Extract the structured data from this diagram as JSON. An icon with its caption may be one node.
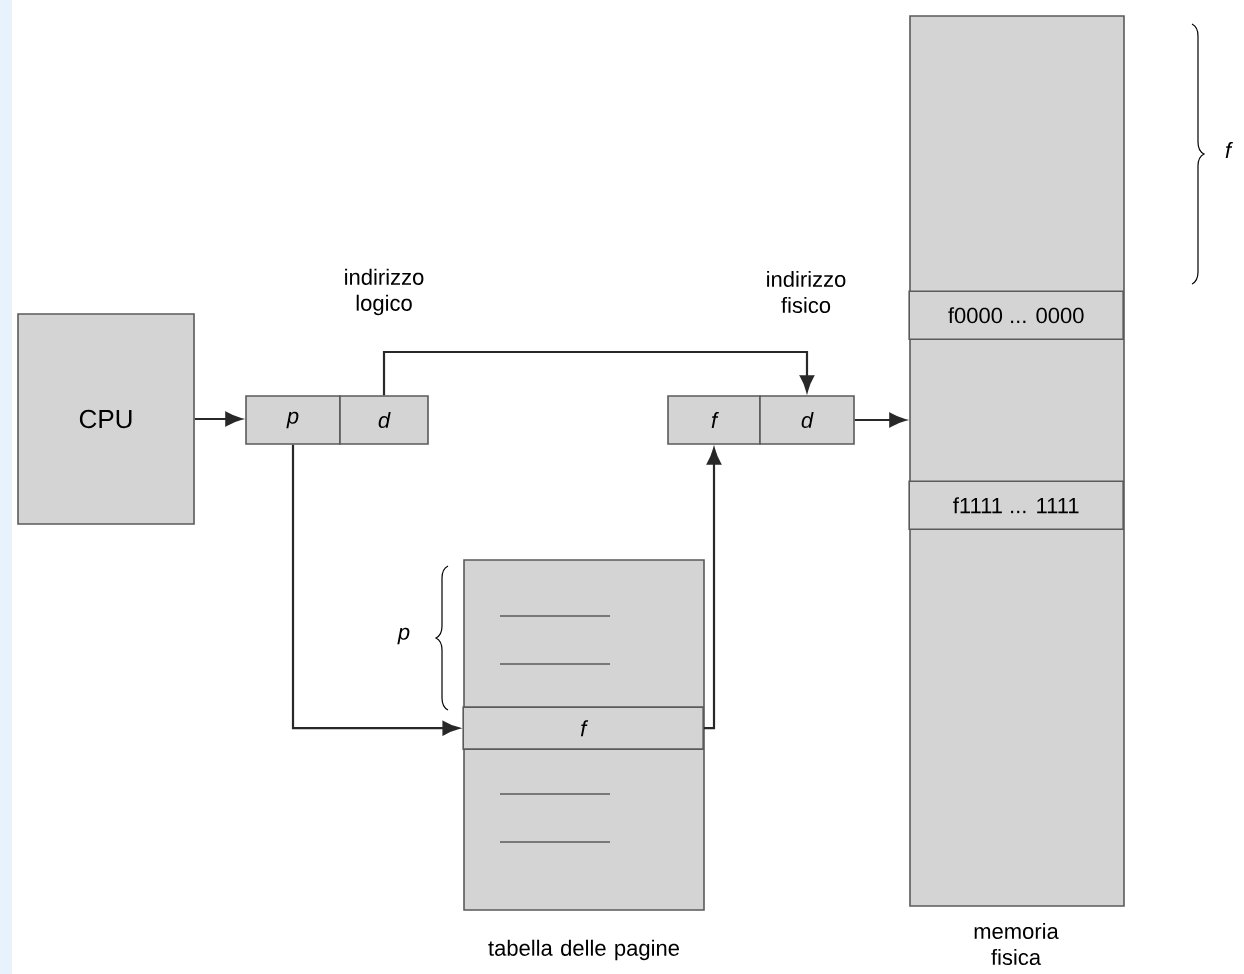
{
  "diagram": {
    "nodes": [
      {
        "text": [
          "CPU"
        ]
      },
      {
        "text": [
          "p"
        ]
      },
      {
        "text": [
          "d"
        ]
      },
      {
        "text": [
          "f"
        ]
      },
      {
        "text": [
          "d"
        ]
      },
      {
        "text": [],
        "shape": "box",
        "beside": [
          "memoria fisica"
        ]
      },
      {
        "text": [
          "f0000 ... 0000"
        ],
        "in": 5
      },
      {
        "text": [
          "f1111 ... 1111"
        ],
        "in": 5
      },
      {
        "text": [],
        "shape": "box",
        "beside": [
          "tabella delle pagine"
        ]
      },
      {
        "text": [
          "f"
        ],
        "in": 8
      }
    ],
    "edges": [
      {
        "from": 0,
        "to": 1,
        "arrow": "to"
      },
      {
        "from": 2,
        "to": 4,
        "arrow": "to"
      },
      {
        "from": 1,
        "to": 9,
        "arrow": "to"
      },
      {
        "from": 9,
        "to": 3,
        "arrow": "to"
      },
      {
        "from": 4,
        "to": 5,
        "arrow": "to"
      }
    ],
    "labels": [
      "indirizzo logico",
      "indirizzo fisico",
      "p",
      "f"
    ]
  }
}
